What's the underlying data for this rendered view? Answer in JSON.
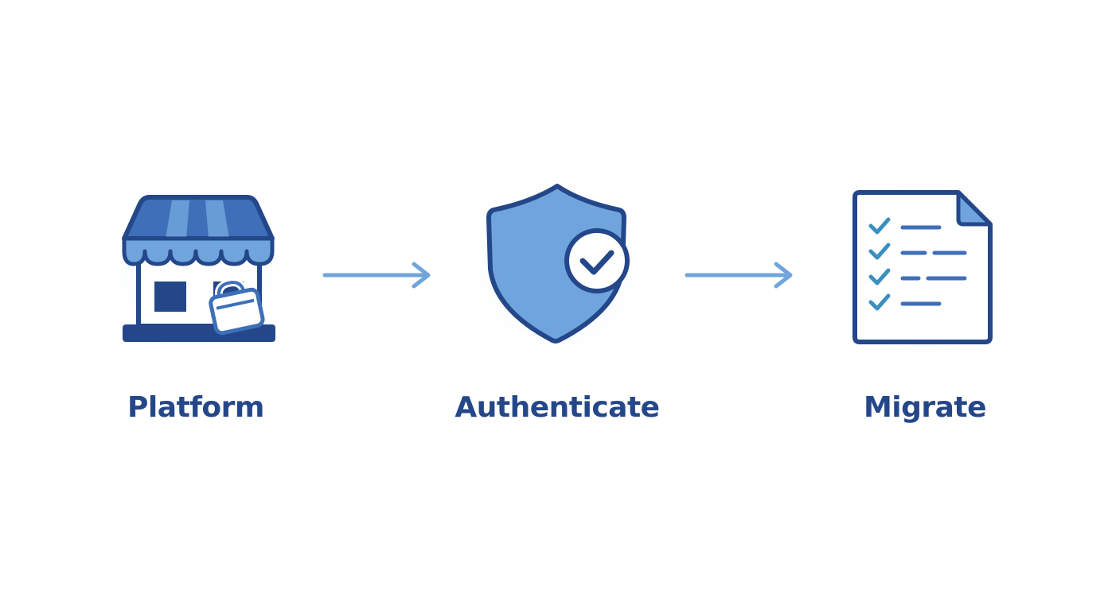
{
  "steps": [
    {
      "label": "Platform",
      "icon": "storefront-icon"
    },
    {
      "label": "Authenticate",
      "icon": "shield-check-icon"
    },
    {
      "label": "Migrate",
      "icon": "checklist-document-icon"
    }
  ],
  "colors": {
    "primary_dark": "#24478a",
    "primary": "#3e6fb8",
    "primary_light": "#6fa5dc",
    "arrow": "#6fa5dc",
    "check_teal": "#3a8fc0"
  }
}
